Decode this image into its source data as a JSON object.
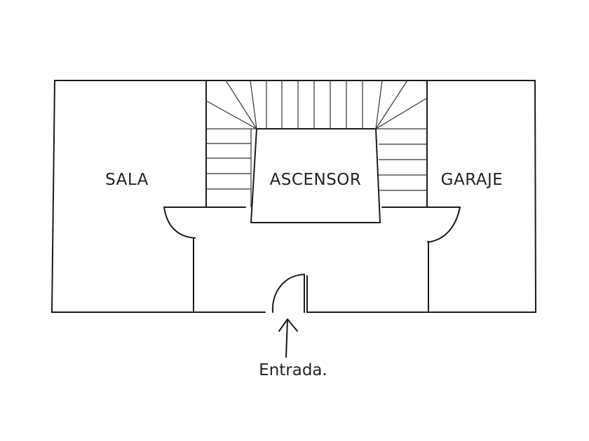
{
  "rooms": {
    "sala": "SALA",
    "ascensor": "ASCENSOR",
    "garaje": "GARAJE"
  },
  "entrance": {
    "label": "Entrada."
  },
  "colors": {
    "line": "#1a1a1a",
    "background": "#ffffff"
  }
}
